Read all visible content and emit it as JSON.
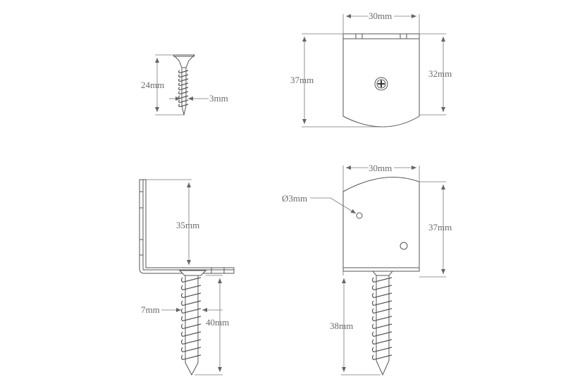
{
  "drawing": {
    "small_screw": {
      "length_label": "24mm",
      "diameter_label": "3mm"
    },
    "plate_front": {
      "width_label": "30mm",
      "height_label": "37mm",
      "inner_height_label": "32mm"
    },
    "bracket_side": {
      "upright_label": "35mm",
      "screw_diameter_label": "7mm",
      "screw_length_label": "40mm"
    },
    "plate_back": {
      "width_label": "30mm",
      "height_label": "37mm",
      "hole_label": "Ø3mm",
      "screw_length_label": "38mm"
    }
  },
  "colors": {
    "line": "#555555",
    "text": "#6a6a6a",
    "background": "#ffffff"
  }
}
